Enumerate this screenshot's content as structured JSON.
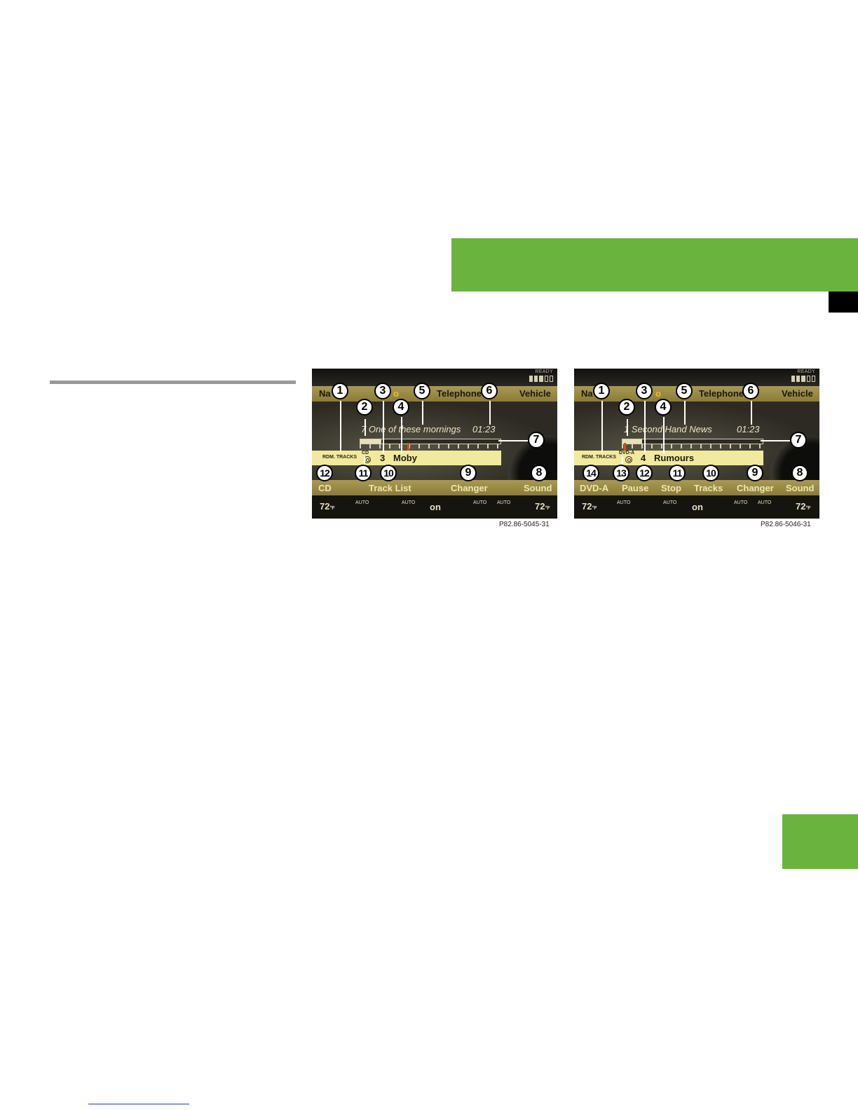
{
  "figures": [
    {
      "status": "READY",
      "top_menu": [
        "Na",
        "o",
        "Telephone",
        "Vehicle"
      ],
      "track_line": "7 One of these mornings",
      "time": "01:23",
      "random_label": "RDM. TRACKS",
      "medium_label": "CD",
      "track_number": "3",
      "album": "Moby",
      "bottom_menu": [
        "CD",
        "Track List",
        "Changer",
        "Sound"
      ],
      "climate": {
        "temp_left": "72",
        "temp_right": "72",
        "unit": "°F",
        "auto": "AUTO",
        "state": "on"
      },
      "progress": 0.15,
      "callouts": [
        "1",
        "2",
        "3",
        "4",
        "5",
        "6",
        "7",
        "8",
        "9",
        "10",
        "11",
        "12"
      ],
      "code": "P82.86-5045-31"
    },
    {
      "status": "READY",
      "top_menu": [
        "Na",
        "o",
        "Telephone",
        "Vehicle"
      ],
      "track_line": "1 Second Hand News",
      "time": "01:23",
      "random_label": "RDM. TRACKS",
      "medium_label": "DVD-A",
      "track_number": "4",
      "album": "Rumours",
      "bottom_menu": [
        "DVD-A",
        "Pause",
        "Stop",
        "Tracks",
        "Changer",
        "Sound"
      ],
      "climate": {
        "temp_left": "72",
        "temp_right": "72",
        "unit": "°F",
        "auto": "AUTO",
        "state": "on"
      },
      "progress": 0.14,
      "callouts": [
        "1",
        "2",
        "3",
        "4",
        "5",
        "6",
        "7",
        "8",
        "9",
        "10",
        "11",
        "12",
        "13",
        "14"
      ],
      "code": "P82.86-5046-31"
    }
  ],
  "colors": {
    "accent_green": "#6bb33f",
    "menu_gold": "#a89a54",
    "info_bar": "#f1ea9e",
    "marker": "#d94c1a"
  }
}
